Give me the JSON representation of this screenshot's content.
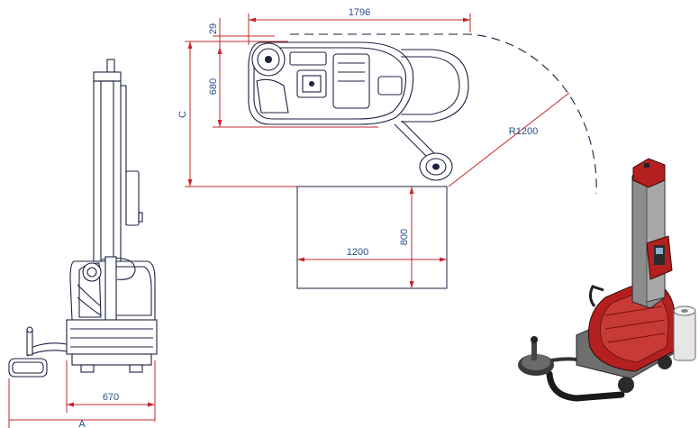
{
  "dimensions": {
    "overall_length": "1796",
    "offset_top": "29",
    "body_width": "680",
    "dimension_c": "C",
    "turning_radius": "R1200",
    "pallet_length": "1200",
    "pallet_width": "800",
    "base_width": "670",
    "dimension_a": "A"
  },
  "colors": {
    "dimension_line": "#c2282c",
    "dimension_text": "#2a4f8a",
    "machine_outline": "#1c2240",
    "machine_body_3d": "#b3201f"
  }
}
